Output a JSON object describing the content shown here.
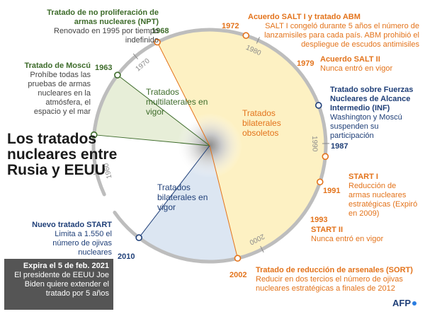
{
  "title": "Los tratados nucleares entre Rusia y EEUU",
  "regions": {
    "multilateral": "Tratados multilaterales en vigor",
    "bilateral_obsolete": "Tratados bilaterales obsoletos",
    "bilateral_active": "Tratados bilaterales en vigor"
  },
  "decade_ticks": [
    "1960",
    "1970",
    "1980",
    "1990",
    "2000"
  ],
  "events": {
    "npt": {
      "year": "1968",
      "title": "Tratado de no proliferación de armas nucleares (NPT)",
      "desc": "Renovado en 1995 por tiempo indefinido"
    },
    "moscow": {
      "year": "1963",
      "title": "Tratado de Moscú",
      "desc": "Prohíbe todas las pruebas de armas nucleares en la atmósfera, el espacio y el mar"
    },
    "salt1": {
      "year": "1972",
      "title": "Acuerdo SALT I y tratado ABM",
      "desc": "SALT I congeló durante 5 años el número de lanzamisiles para cada país. ABM prohibió el despliegue de escudos antimisiles"
    },
    "salt2": {
      "year": "1979",
      "title": "Acuerdo SALT II",
      "desc": "Nunca entró en vigor"
    },
    "inf": {
      "year": "1987",
      "title": "Tratado sobre Fuerzas Nucleares de Alcance Intermedio (INF)",
      "desc": "Washington y Moscú suspenden su participación"
    },
    "start1": {
      "year": "1991",
      "title": "START I",
      "desc": "Reducción de armas nucleares estratégicas (Expiró en 2009)"
    },
    "start2": {
      "year": "1993",
      "title": "START II",
      "desc": "Nunca entró en vigor"
    },
    "sort": {
      "year": "2002",
      "title": "Tratado de reducción de arsenales (SORT)",
      "desc": "Reducir en dos tercios el número de ojivas nucleares estratégicas a finales de 2012"
    },
    "newstart": {
      "year": "2010",
      "title": "Nuevo tratado START",
      "desc": "Limita a 1.550 el número de ojivas nucleares"
    }
  },
  "note": {
    "headline": "Expira el 5 de feb. 2021",
    "body": "El presidente de EEUU Joe Biden quiere extender el tratado por 5 años"
  },
  "source": "AFP",
  "colors": {
    "green_fill": "#e7eed8",
    "yellow_fill": "#fdf1c3",
    "blue_fill": "#dce6f2",
    "green": "#3d6b2a",
    "orange": "#e3731b",
    "navy": "#1f3f78",
    "ring": "#bdbdbd"
  }
}
